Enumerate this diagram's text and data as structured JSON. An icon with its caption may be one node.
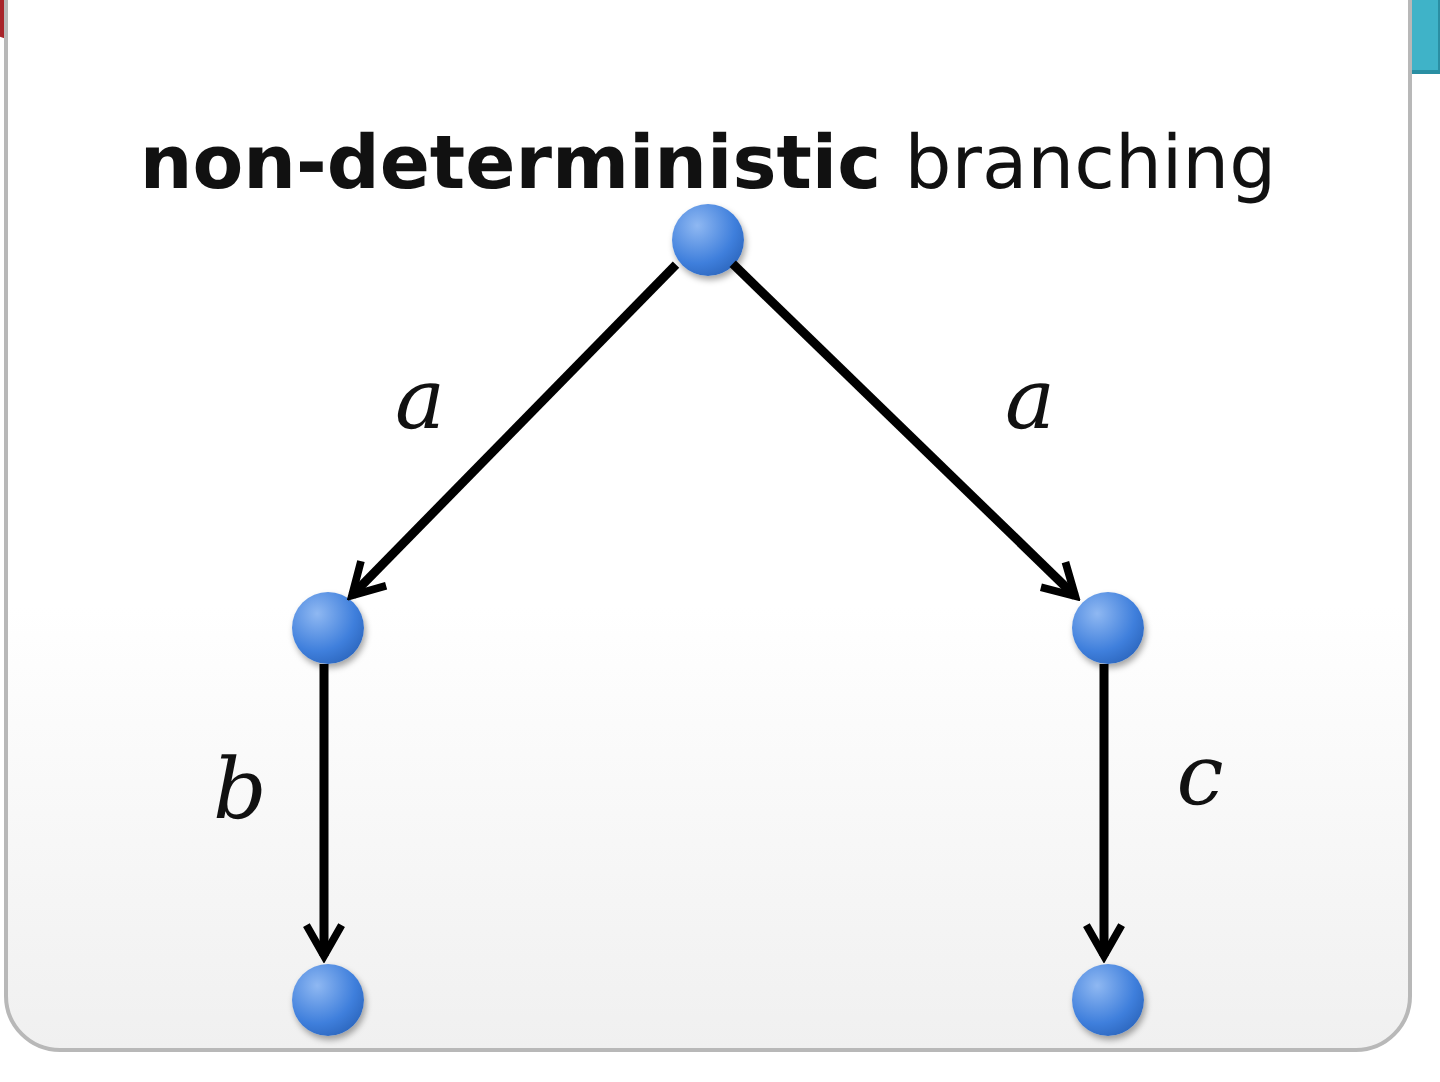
{
  "diagram": {
    "nodes": [
      {
        "text": [
          "**non-deterministic** branching"
        ]
      },
      {
        "text": [],
        "shape": "circle",
        "in": 0
      },
      {
        "text": [],
        "shape": "circle",
        "in": 0
      },
      {
        "text": [],
        "shape": "circle",
        "in": 0
      },
      {
        "text": [],
        "shape": "circle",
        "in": 0
      },
      {
        "text": [],
        "shape": "circle",
        "in": 0
      }
    ],
    "edges": [
      {
        "from": 1,
        "to": 2,
        "arrow": "to",
        "label": "a"
      },
      {
        "from": 1,
        "to": 3,
        "arrow": "to",
        "label": "a"
      },
      {
        "from": 2,
        "to": 4,
        "arrow": "to",
        "label": "b"
      },
      {
        "from": 3,
        "to": 5,
        "arrow": "to",
        "label": "c"
      }
    ]
  }
}
